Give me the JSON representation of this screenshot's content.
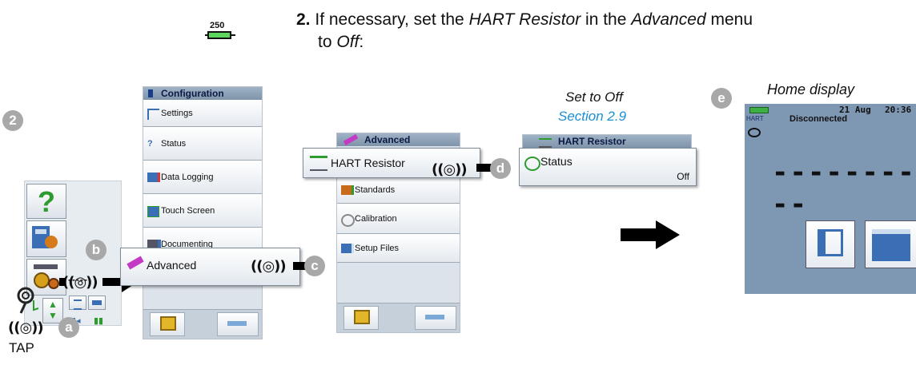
{
  "instruction": {
    "number": "2.",
    "text_pre": "If necessary, set the ",
    "hart_resistor": "HART Resistor",
    "text_mid": " in the ",
    "advanced": "Advanced",
    "text_mid2": " menu",
    "text_line2_pre": "to ",
    "off": "Off",
    "text_end": ":",
    "icon_value": "250"
  },
  "callouts": {
    "step": "2",
    "a": "a",
    "b": "b",
    "c": "c",
    "d": "d",
    "e": "e"
  },
  "tap_label": "TAP",
  "tap_wave": "((◎))",
  "configuration_menu": {
    "title": "Configuration",
    "items": [
      "Settings",
      "Status",
      "Data Logging",
      "Touch Screen",
      "Documenting"
    ],
    "highlighted": "Advanced"
  },
  "advanced_menu": {
    "title": "Advanced",
    "highlighted": "HART Resistor",
    "items": [
      "Standards",
      "Calibration",
      "Setup Files"
    ]
  },
  "hart_resistor_menu": {
    "title": "HART Resistor",
    "item_label": "Status",
    "item_value": "Off"
  },
  "annotations": {
    "set_to_off": "Set to Off",
    "section_ref": "Section 2.9",
    "home_display": "Home display"
  },
  "home_display": {
    "date": "21 Aug",
    "time": "20:36",
    "status": "Disconnected",
    "hart_tag": "HART",
    "reading": "----------"
  },
  "left_panel": {
    "help_glyph": "?",
    "dashes": "------"
  },
  "colors": {
    "callout": "#a8a8a8",
    "section_link": "#1a8fd6",
    "header": "#7f94aa",
    "battery": "#3cb043"
  }
}
